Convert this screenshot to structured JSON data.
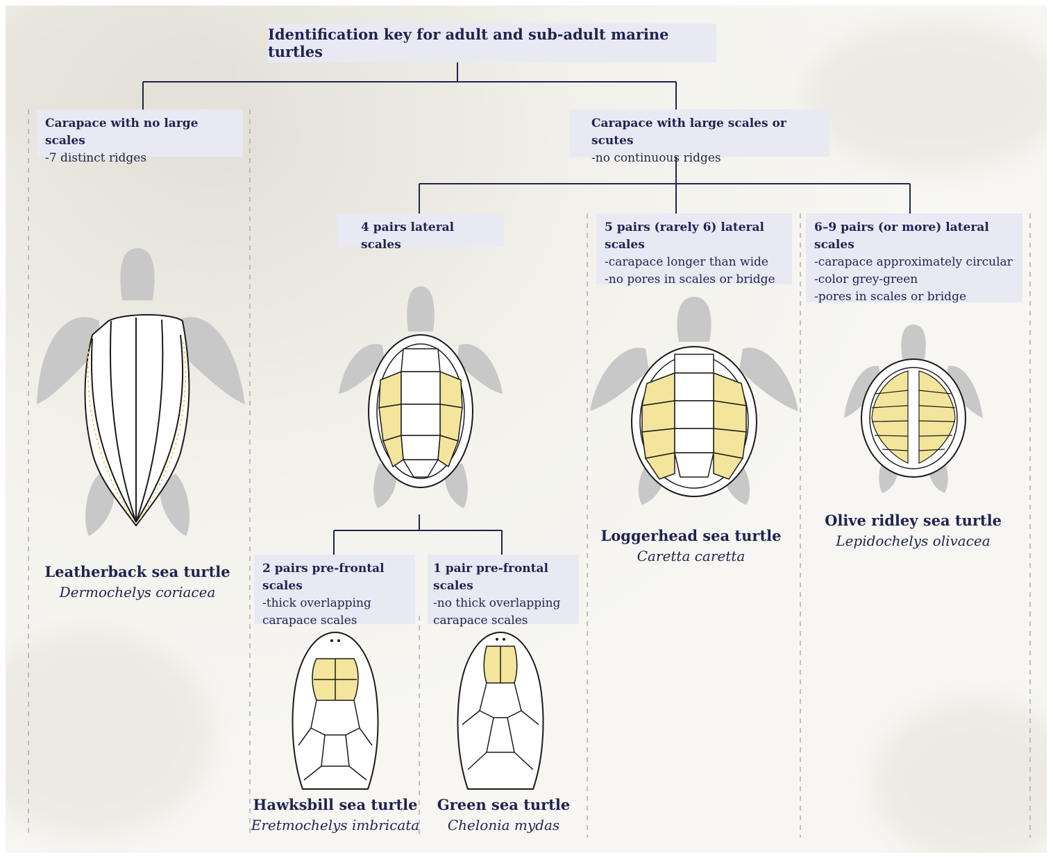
{
  "title": "Identification key for adult and sub-adult marine turtles",
  "nodes": {
    "no_scales": {
      "head": "Carapace with no large scales",
      "lines": [
        "-7 distinct ridges"
      ]
    },
    "large_scales": {
      "head": "Carapace with large scales or scutes",
      "lines": [
        "-no continuous ridges"
      ]
    },
    "four_pairs": {
      "head": "4 pairs lateral scales"
    },
    "five_pairs": {
      "head": "5 pairs (rarely 6) lateral scales",
      "lines": [
        "-carapace longer than wide",
        "-no pores in scales or bridge"
      ]
    },
    "six_nine_pairs": {
      "head": "6–9 pairs (or more) lateral scales",
      "lines": [
        "-carapace approximately circular",
        "-color grey-green",
        "-pores in scales or bridge"
      ]
    },
    "two_prefrontal": {
      "head": "2 pairs pre-frontal scales",
      "lines": [
        "-thick overlapping",
        "carapace scales"
      ]
    },
    "one_prefrontal": {
      "head": "1 pair pre-frontal scales",
      "lines": [
        "-no thick overlapping",
        "carapace scales"
      ]
    }
  },
  "species": {
    "leatherback": {
      "common": "Leatherback sea turtle",
      "scientific": "Dermochelys coriacea"
    },
    "hawksbill": {
      "common": "Hawksbill sea turtle",
      "scientific": "Eretmochelys imbricata"
    },
    "green": {
      "common": "Green sea turtle",
      "scientific": "Chelonia mydas"
    },
    "loggerhead": {
      "common": "Loggerhead sea turtle",
      "scientific": "Caretta caretta"
    },
    "olive_ridley": {
      "common": "Olive ridley sea turtle",
      "scientific": "Lepidochelys olivacea"
    }
  },
  "colors": {
    "text": "#1f2350",
    "box": "#e8e9f3",
    "connector": "#1f2350",
    "highlight": "#f3e59c",
    "silhouette": "#c8c8c8"
  }
}
